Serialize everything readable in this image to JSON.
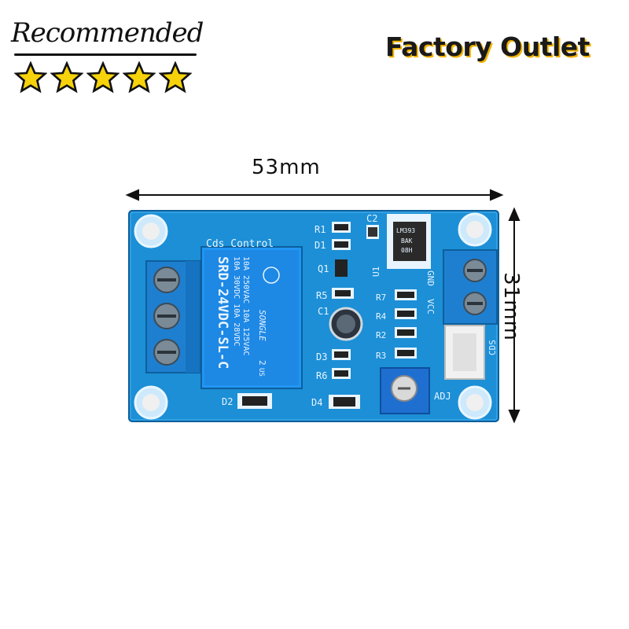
{
  "badge": {
    "recommended_text": "Recommended",
    "star_count": 5,
    "star_color": "#f5d20a"
  },
  "header": {
    "brand_text": "Factory Outlet",
    "accent_color": "#f2b400"
  },
  "dimensions": {
    "width_label": "53mm",
    "height_label": "31mm"
  },
  "board": {
    "pcb_color": "#1c8fd6",
    "title": "Cds Control",
    "relay": {
      "color": "#1e88e5",
      "lines": [
        "10A 250VAC  10A 125VAC",
        "10A 30VDC  10A 28VDC",
        "SRD-24VDC-SL-C"
      ],
      "brand": "SONGLE",
      "marks": [
        "2",
        "US"
      ]
    },
    "labels": {
      "r1": "R1",
      "d1": "D1",
      "q1": "Q1",
      "r5": "R5",
      "c1": "C1",
      "d3": "D3",
      "r6": "R6",
      "d4": "D4",
      "d2": "D2",
      "c2": "C2",
      "u1": "U1",
      "r7": "R7",
      "r4": "R4",
      "r2": "R2",
      "r3": "R3",
      "vcc": "VCC",
      "gnd": "GND",
      "cds": "CDS",
      "adj": "ADJ"
    },
    "chip_text": [
      "LM393",
      "BAK",
      "08H"
    ]
  }
}
